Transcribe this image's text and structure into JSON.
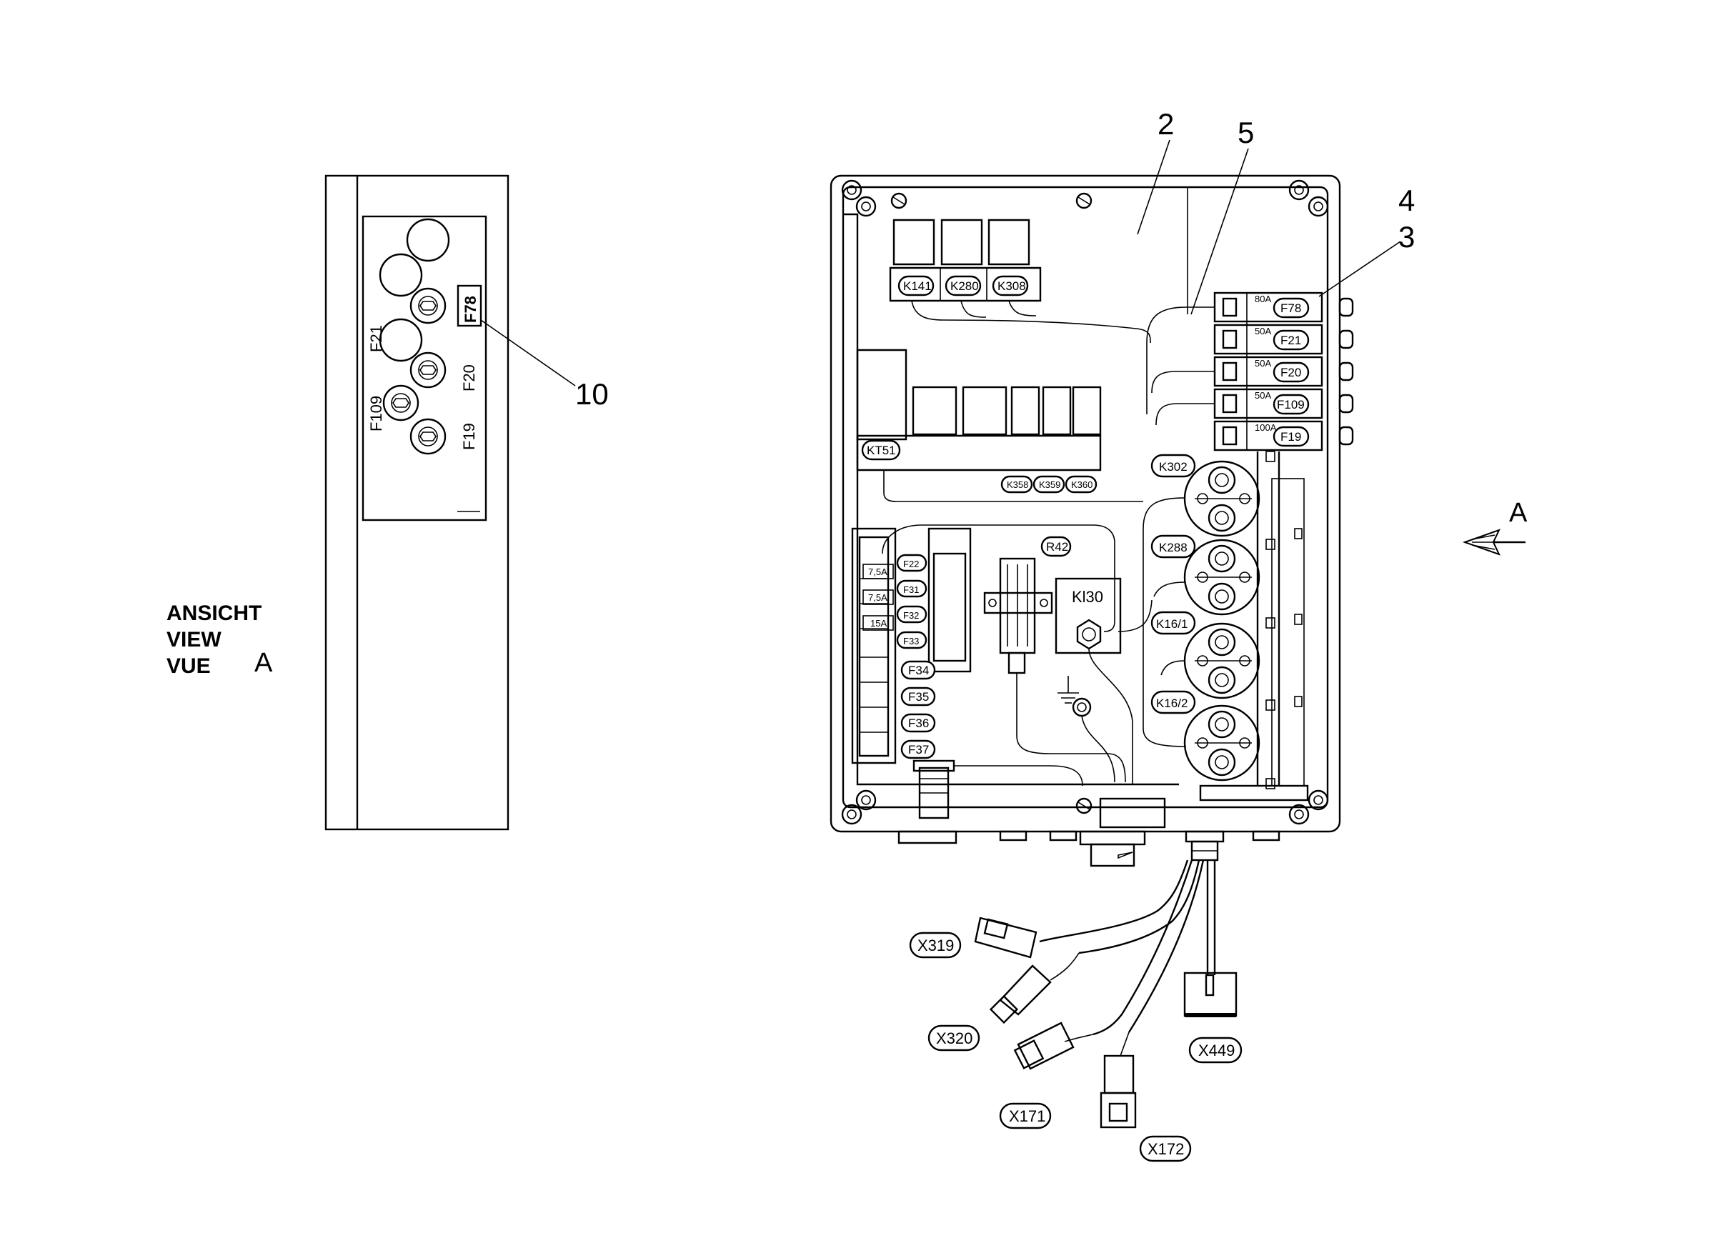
{
  "view_label": {
    "line1": "ANSICHT",
    "line2": "VIEW",
    "line3": "VUE",
    "letter": "A"
  },
  "view_arrow_letter": "A",
  "side_view": {
    "labels": {
      "f78": "F78",
      "f21": "F21",
      "f20": "F20",
      "f109": "F109",
      "f19": "F19"
    },
    "callout": "10"
  },
  "callouts": {
    "c2": "2",
    "c5": "5",
    "c4": "4",
    "c3": "3"
  },
  "relays_top": [
    "K141",
    "K280",
    "K308"
  ],
  "relay_k751": "KT51",
  "relays_small": [
    "K358",
    "K359",
    "K360"
  ],
  "main_fuses": [
    {
      "rating": "80A",
      "name": "F78"
    },
    {
      "rating": "50A",
      "name": "F21"
    },
    {
      "rating": "50A",
      "name": "F20"
    },
    {
      "rating": "50A",
      "name": "F109"
    },
    {
      "rating": "100A",
      "name": "F19"
    }
  ],
  "power_relays": [
    "K302",
    "K288",
    "K16/1",
    "K16/2"
  ],
  "resistor": "R42",
  "terminal": "Kl30",
  "small_fuses": [
    "F22",
    "F31",
    "F32",
    "F33",
    "F34",
    "F35",
    "F36",
    "F37"
  ],
  "small_fuse_ratings": [
    "7,5A",
    "7,5A",
    "15A"
  ],
  "connectors": [
    "X319",
    "X320",
    "X449",
    "X171",
    "X172"
  ]
}
